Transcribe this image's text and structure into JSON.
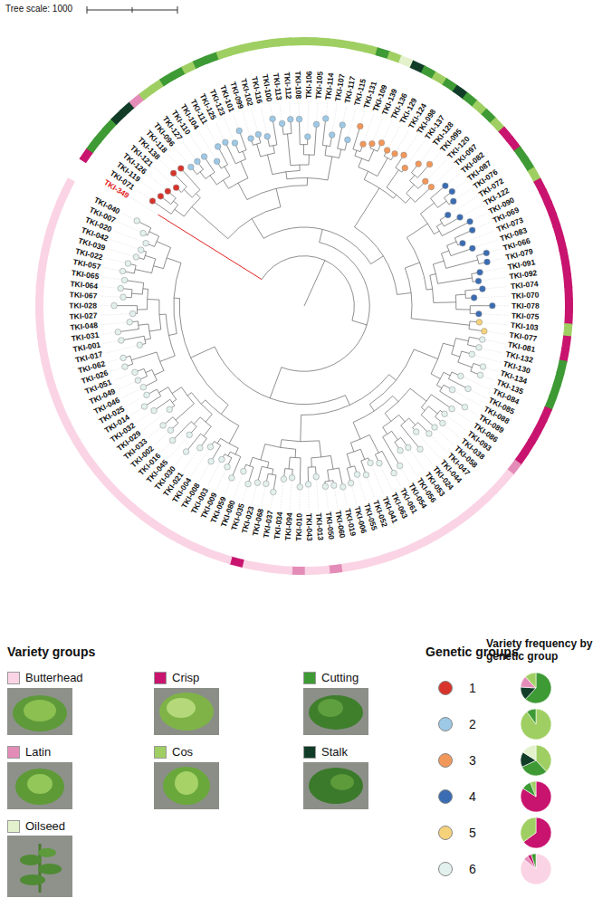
{
  "diagram": {
    "labels": [
      "Tree scale: 1000",
      "TKI-349",
      "TKI-071",
      "TKI-119",
      "TKI-126",
      "TKI-121",
      "TKI-138",
      "TKI-118",
      "TKI-096",
      "TKI-127",
      "TKI-110",
      "TKI-104",
      "TKI-111",
      "TKI-125",
      "TKI-123",
      "TKI-101",
      "TKI-099",
      "TKI-102",
      "TKI-116",
      "TKI-100",
      "TKI-113",
      "TKI-112",
      "TKI-108",
      "TKI-106",
      "TKI-105",
      "TKI-114",
      "TKI-107",
      "TKI-117",
      "TKI-115",
      "TKI-131",
      "TKI-109",
      "TKI-139",
      "TKI-136",
      "TKI-129",
      "TKI-124",
      "TKI-098",
      "TKI-137",
      "TKI-128",
      "TKI-095",
      "TKI-120",
      "TKI-097",
      "TKI-082",
      "TKI-087",
      "TKI-076",
      "TKI-072",
      "TKI-122",
      "TKI-090",
      "TKI-069",
      "TKI-073",
      "TKI-083",
      "TKI-066",
      "TKI-079",
      "TKI-091",
      "TKI-092",
      "TKI-074",
      "TKI-070",
      "TKI-078",
      "TKI-075",
      "TKI-103",
      "TKI-077",
      "TKI-081",
      "TKI-132",
      "TKI-130",
      "TKI-134",
      "TKI-135",
      "TKI-084",
      "TKI-085",
      "TKI-088",
      "TKI-089",
      "TKI-086",
      "TKI-093",
      "TKI-038",
      "TKI-058",
      "TKI-047",
      "TKI-044",
      "TKI-024",
      "TKI-053",
      "TKI-056",
      "TKI-054",
      "TKI-061",
      "TKI-063",
      "TKI-041",
      "TKI-052",
      "TKI-055",
      "TKI-006",
      "TKI-019",
      "TKI-060",
      "TKI-050",
      "TKI-013",
      "TKI-043",
      "TKI-010",
      "TKI-094",
      "TKI-034",
      "TKI-037",
      "TKI-068",
      "TKI-023",
      "TKI-035",
      "TKI-080",
      "TKI-059",
      "TKI-009",
      "TKI-003",
      "TKI-008",
      "TKI-004",
      "TKI-021",
      "TKI-030",
      "TKI-045",
      "TKI-016",
      "TKI-002",
      "TKI-033",
      "TKI-029",
      "TKI-032",
      "TKI-014",
      "TKI-025",
      "TKI-046",
      "TKI-049",
      "TKI-051",
      "TKI-026",
      "TKI-062",
      "TKI-017",
      "TKI-001",
      "TKI-031",
      "TKI-048",
      "TKI-027",
      "TKI-028",
      "TKI-067",
      "TKI-064",
      "TKI-065",
      "TKI-057",
      "TKI-022",
      "TKI-039",
      "TKI-042",
      "TKI-020",
      "TKI-007",
      "TKI-040",
      "Variety groups",
      "Genetic groups",
      "Variety frequency by genetic group"
    ],
    "legend": [
      {
        "text": "Butterhead",
        "color": "#fad4e4"
      },
      {
        "text": "Crisp",
        "color": "#c8146e"
      },
      {
        "text": "Cutting",
        "color": "#3e9a34"
      },
      {
        "text": "Latin",
        "color": "#e48cb8"
      },
      {
        "text": "Cos",
        "color": "#9fcf62"
      },
      {
        "text": "Stalk",
        "color": "#113d28"
      },
      {
        "text": "Oilseed",
        "color": "#e3f1cc"
      },
      {
        "text": "1",
        "color": "#d7332a"
      },
      {
        "text": "2",
        "color": "#9dc9e6"
      },
      {
        "text": "3",
        "color": "#f2975a"
      },
      {
        "text": "4",
        "color": "#3a6cb3"
      },
      {
        "text": "5",
        "color": "#f6d37b"
      },
      {
        "text": "6",
        "color": "#e2f1ee"
      }
    ]
  }
}
